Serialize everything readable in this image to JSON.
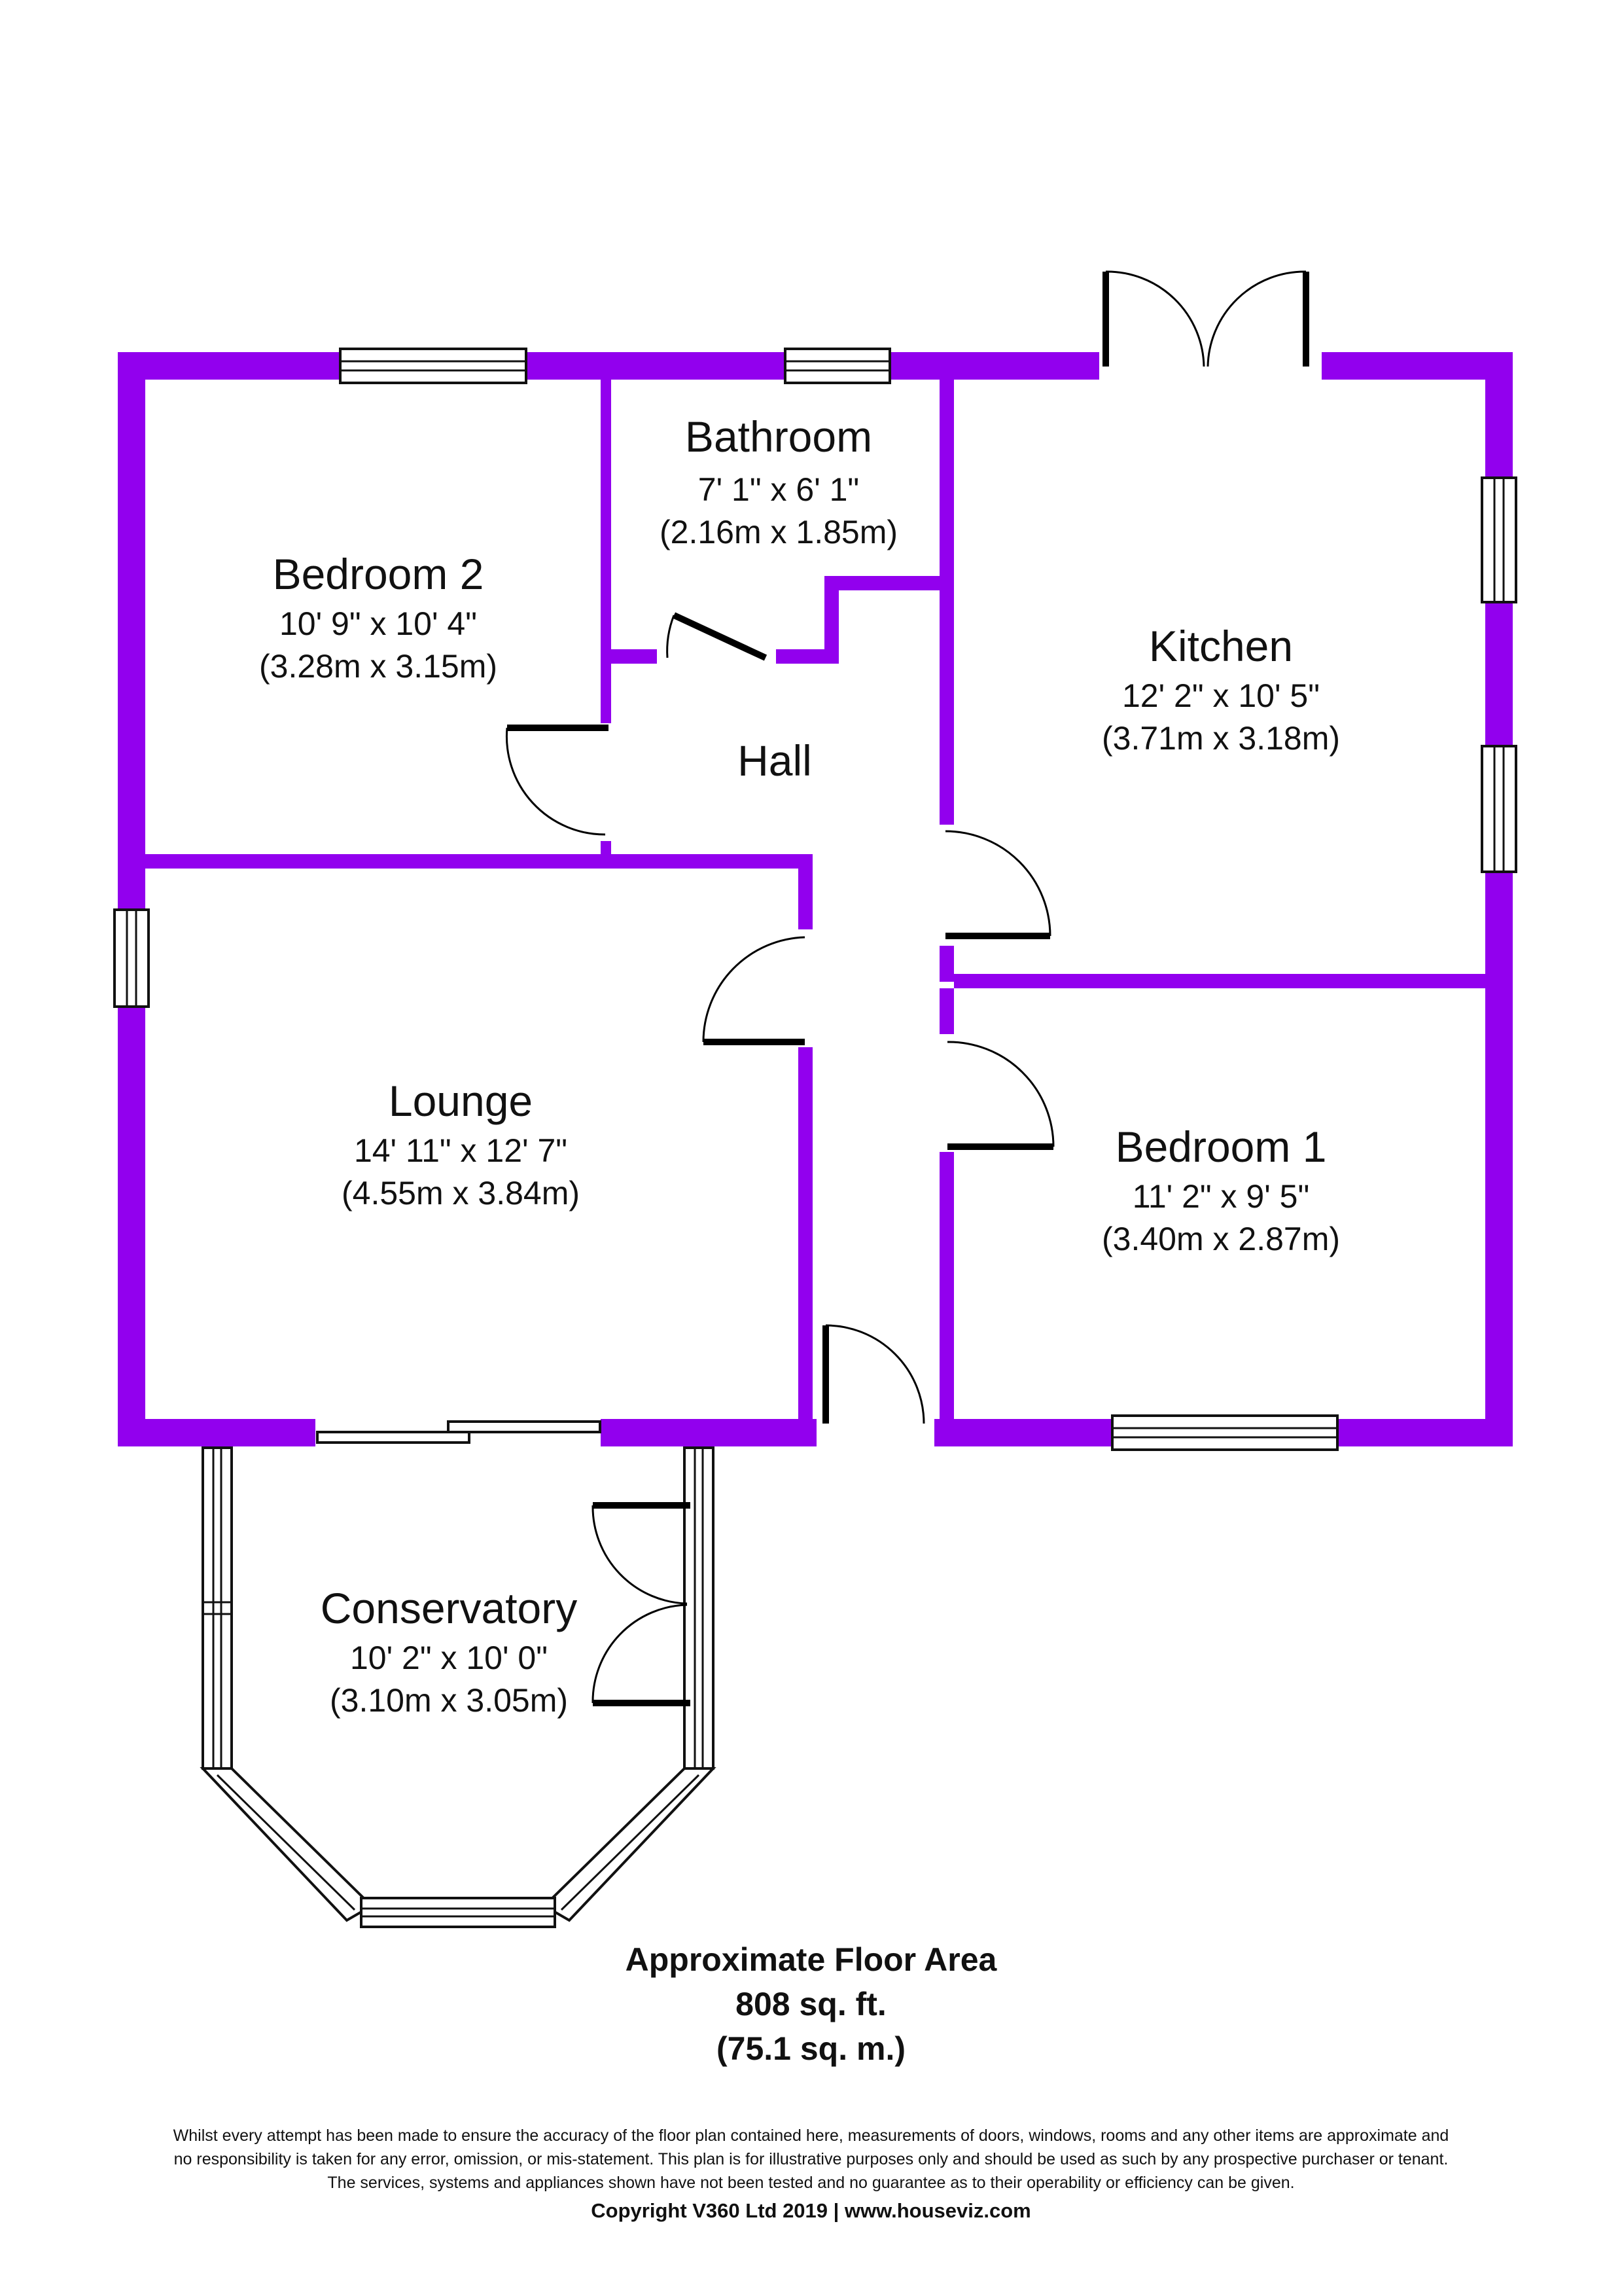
{
  "rooms": {
    "bathroom": {
      "name": "Bathroom",
      "imperial": "7' 1\" x 6' 1\"",
      "metric": "(2.16m x 1.85m)"
    },
    "bedroom2": {
      "name": "Bedroom 2",
      "imperial": "10' 9\" x 10' 4\"",
      "metric": "(3.28m x 3.15m)"
    },
    "kitchen": {
      "name": "Kitchen",
      "imperial": "12' 2\" x 10' 5\"",
      "metric": "(3.71m x 3.18m)"
    },
    "hall": {
      "name": "Hall"
    },
    "lounge": {
      "name": "Lounge",
      "imperial": "14' 11\" x 12' 7\"",
      "metric": "(4.55m x 3.84m)"
    },
    "bedroom1": {
      "name": "Bedroom 1",
      "imperial": "11' 2\" x 9' 5\"",
      "metric": "(3.40m x 2.87m)"
    },
    "conservatory": {
      "name": "Conservatory",
      "imperial": "10' 2\" x 10' 0\"",
      "metric": "(3.10m x 3.05m)"
    }
  },
  "floor_area": {
    "title": "Approximate Floor Area",
    "sqft": "808 sq. ft.",
    "sqm": "(75.1 sq. m.)"
  },
  "disclaimer": {
    "line1": "Whilst every attempt has been made to ensure the accuracy of the floor plan contained here, measurements of doors, windows, rooms and any other items are approximate and",
    "line2": "no responsibility is taken for any error, omission, or mis-statement. This plan is for illustrative purposes only and should be used as such by any prospective purchaser or tenant.",
    "line3": "The services, systems and appliances shown have not been tested and no guarantee as to their operability or efficiency can be given."
  },
  "copyright": "Copyright V360 Ltd 2019 | www.houseviz.com",
  "colors": {
    "wall": "#9200ee"
  }
}
